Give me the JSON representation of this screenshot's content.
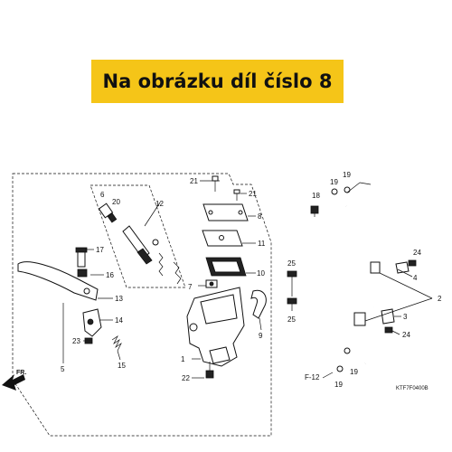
{
  "banner": {
    "text": "Na obrázku díl číslo 8"
  },
  "diagram": {
    "fr_label": "FR.",
    "ref_label": "F-12",
    "code": "KTF7F0400B",
    "callouts": {
      "c1": "1",
      "c2": "2",
      "c3": "3",
      "c4": "4",
      "c5": "5",
      "c6": "6",
      "c7": "7",
      "c8": "8",
      "c9": "9",
      "c10": "10",
      "c11": "11",
      "c12": "12",
      "c13": "13",
      "c14": "14",
      "c15": "15",
      "c16": "16",
      "c17": "17",
      "c18": "18",
      "c19a": "19",
      "c19b": "19",
      "c19c": "19",
      "c19d": "19",
      "c20": "20",
      "c21a": "21",
      "c21b": "21",
      "c22": "22",
      "c23": "23",
      "c24a": "24",
      "c24b": "24",
      "c25a": "25",
      "c25b": "25"
    }
  },
  "colors": {
    "banner": "#f5c518",
    "ink": "#111111"
  }
}
